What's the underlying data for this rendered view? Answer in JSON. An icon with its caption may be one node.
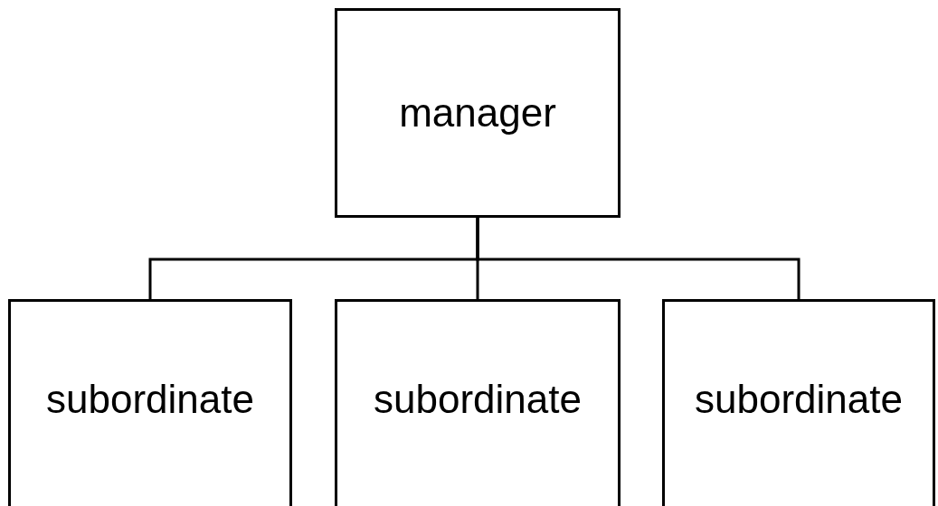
{
  "diagram": {
    "nodes": [
      {
        "text": [
          "manager"
        ]
      },
      {
        "text": [
          "subordinate"
        ]
      },
      {
        "text": [
          "subordinate"
        ]
      },
      {
        "text": [
          "subordinate"
        ]
      }
    ],
    "edges": [
      {
        "from": 0,
        "to": 1,
        "arrow": "none"
      },
      {
        "from": 0,
        "to": 2,
        "arrow": "none"
      },
      {
        "from": 0,
        "to": 3,
        "arrow": "none"
      }
    ]
  }
}
